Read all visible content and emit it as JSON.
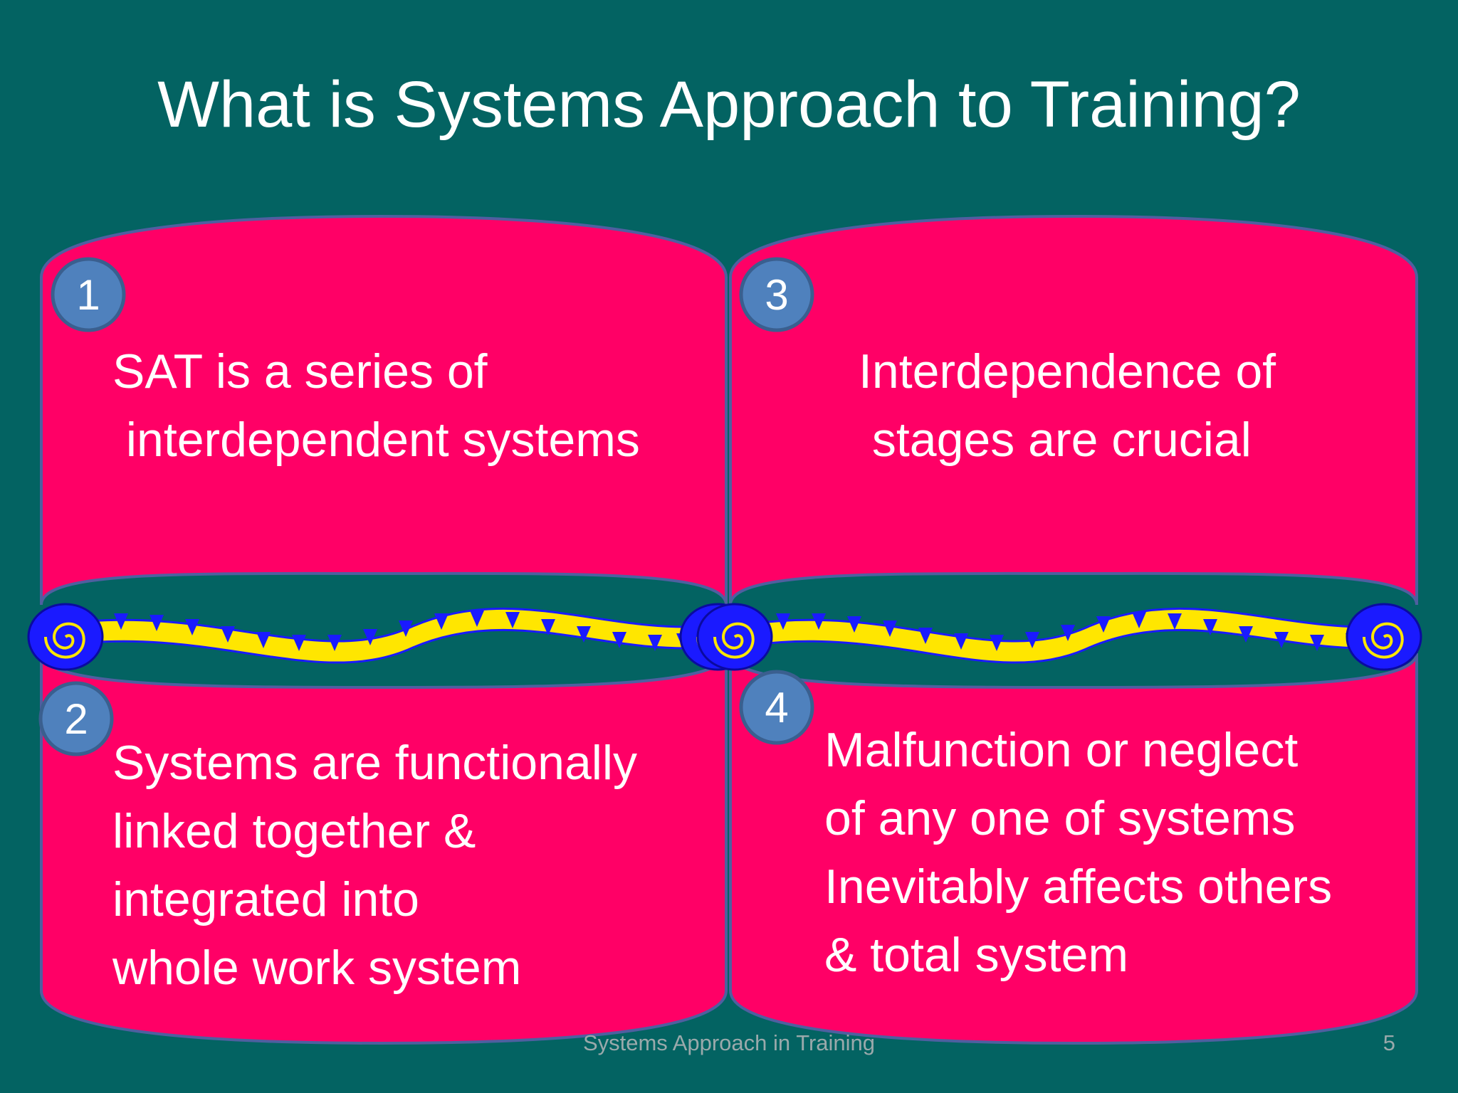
{
  "slide": {
    "title": "What is Systems Approach to Training?",
    "colors": {
      "background": "#036362",
      "drum": "#ff0066",
      "badge": "#4f81bd",
      "chain_yellow": "#ffe600",
      "chain_blue": "#1a1aff"
    },
    "items": [
      {
        "number": "1",
        "lines": [
          "SAT is a series of",
          " interdependent systems"
        ]
      },
      {
        "number": "2",
        "lines": [
          "Systems are functionally",
          "linked together &",
          "integrated into",
          "whole work system"
        ]
      },
      {
        "number": "3",
        "lines": [
          "Interdependence of",
          " stages are crucial"
        ]
      },
      {
        "number": "4",
        "lines": [
          "Malfunction or neglect",
          "of any one of systems",
          "Inevitably affects others",
          "& total system"
        ]
      }
    ],
    "footer_text": "Systems Approach in Training",
    "page_number": "5"
  }
}
